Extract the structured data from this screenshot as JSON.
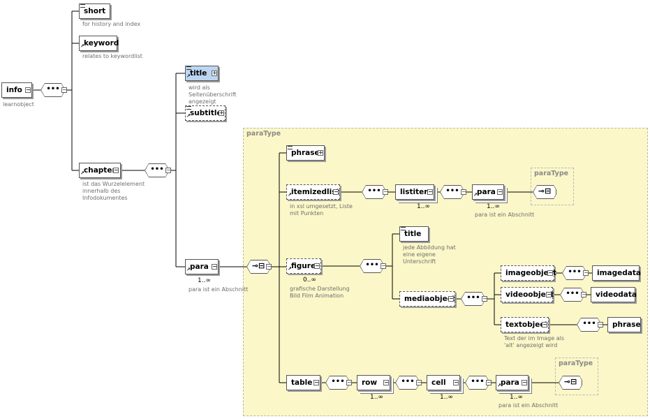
{
  "region_main": {
    "label": "paraType"
  },
  "region_para1": {
    "label": "paraType"
  },
  "region_para2": {
    "label": "paraType"
  },
  "nodes": {
    "info": "info",
    "short": "short",
    "keyword": "keyword",
    "chapter": "chapter",
    "title": "title",
    "subtitle": "subtitle",
    "para": "para",
    "phrase": "phrase",
    "itemizedlist": "itemizedlist",
    "listitem": "listitem",
    "para_list": "para",
    "figure": "figure",
    "title_fig": "title",
    "mediaobject": "mediaobject",
    "imageobject": "imageobject",
    "imagedata": "imagedata",
    "videoobject": "videoobject",
    "videodata": "videodata",
    "textobject": "textobject",
    "phrase_text": "phrase",
    "table": "table",
    "row": "row",
    "cell": "cell",
    "para_table": "para"
  },
  "notes": {
    "info": "learnobject",
    "short": "for history and index",
    "keyword": "relates to keywordlist",
    "chapter": "ist das Wurzelelement innerhalb des Infodokumentes",
    "title": "wird als Seitenüberschrift angezeigt",
    "para": "para ist ein Abschnitt",
    "itemizedlist": "in xsl umgesetzt, Liste mit Punkten",
    "para_list": "para ist ein Abschnitt",
    "figure": "grafische Darstellung Bild Film Animation",
    "title_fig": "jede Abbildung hat eine eigene Unterschrift",
    "textobject": "Text der im Image als 'alt' angezeigt wird",
    "para_table": "para ist ein Abschnitt"
  },
  "cardinality": {
    "para": "1..∞",
    "listitem": "1..∞",
    "para_list": "1..∞",
    "figure": "0..∞",
    "row": "1..∞",
    "cell": "1..∞",
    "para_table": "1..∞"
  },
  "compositor_symbol": "•••"
}
